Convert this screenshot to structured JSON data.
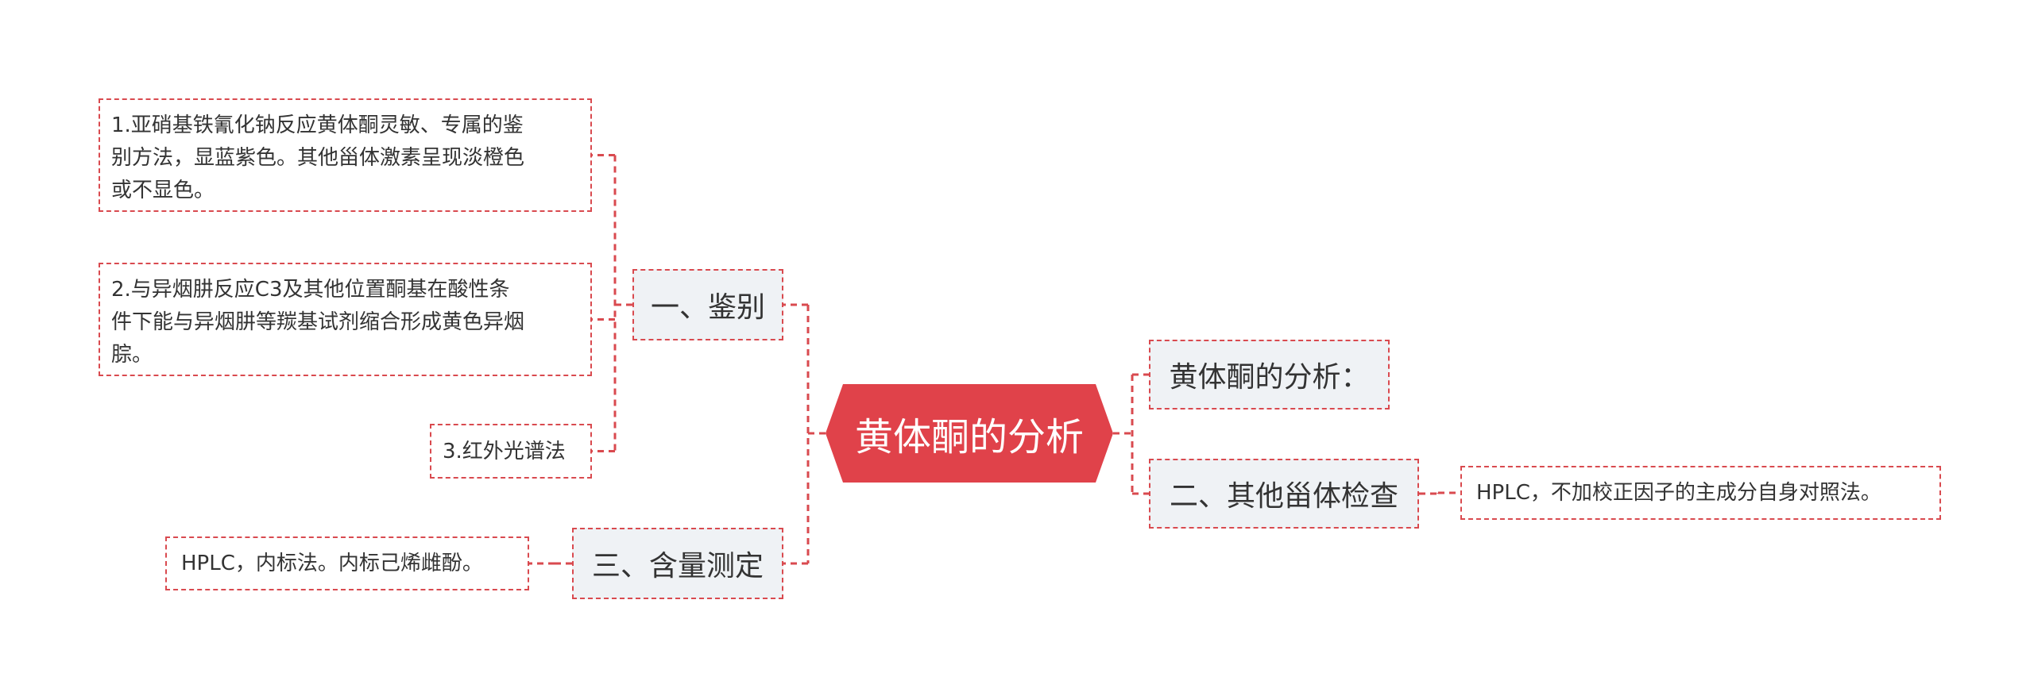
{
  "colors": {
    "accent": "#e0424a",
    "connector": "#d94a4f",
    "branch_fill": "#eff2f5"
  },
  "root": {
    "label": "黄体酮的分析"
  },
  "left_branches": [
    {
      "label": "一、鉴别",
      "children": [
        "1.亚硝基铁氰化钠反应黄体酮灵敏、专属的鉴\n别方法，显蓝紫色。其他甾体激素呈现淡橙色\n或不显色。",
        "2.与异烟肼反应C3及其他位置酮基在酸性条\n件下能与异烟肼等羰基试剂缩合形成黄色异烟\n腙。",
        "3.红外光谱法"
      ]
    },
    {
      "label": "三、含量测定",
      "children": [
        "HPLC，内标法。内标己烯雌酚。"
      ]
    }
  ],
  "right_branches": [
    {
      "label": "黄体酮的分析：",
      "children": []
    },
    {
      "label": "二、其他甾体检查",
      "children": [
        "HPLC，不加校正因子的主成分自身对照法。"
      ]
    }
  ]
}
